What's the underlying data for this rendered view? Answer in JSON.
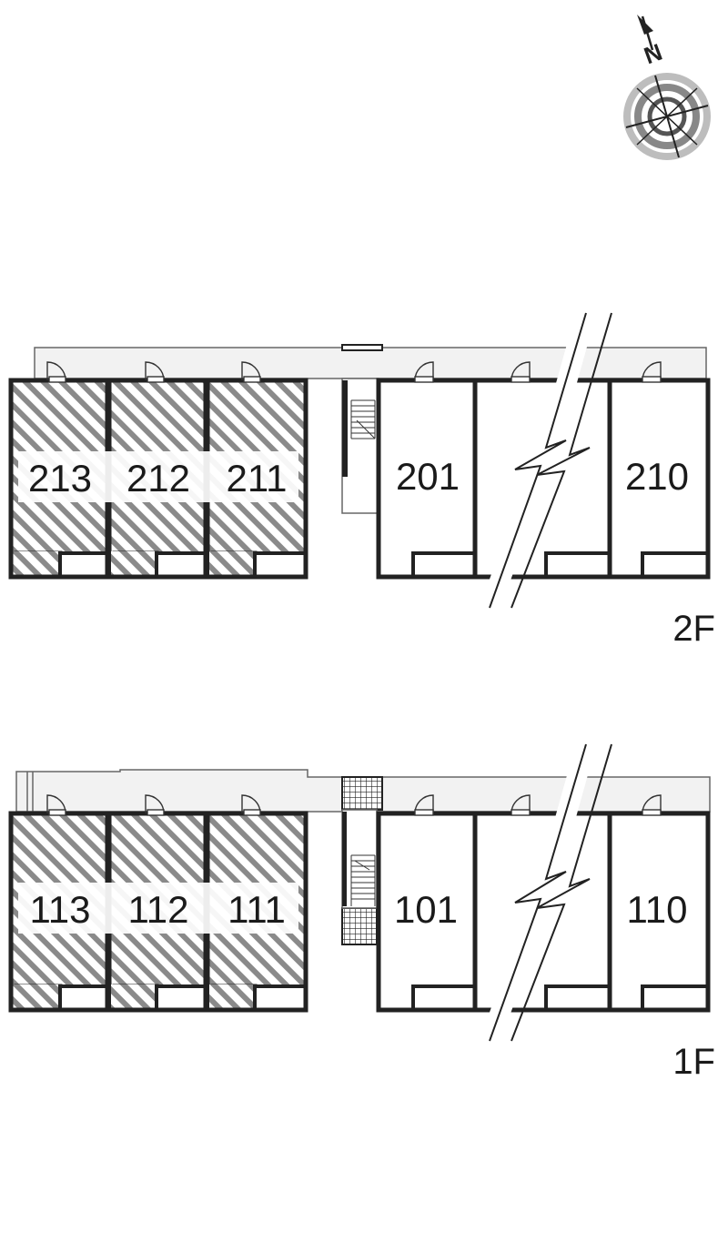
{
  "compass": {
    "north_label": "N",
    "icon": "compass-rose"
  },
  "floors": [
    {
      "floor_label": "2F",
      "west_units": [
        "213",
        "212",
        "211"
      ],
      "east_units": [
        "201",
        "210"
      ],
      "west_units_hatched": true,
      "omitted_units_indicator": "break-line"
    },
    {
      "floor_label": "1F",
      "west_units": [
        "113",
        "112",
        "111"
      ],
      "east_units": [
        "101",
        "110"
      ],
      "west_units_hatched": true,
      "omitted_units_indicator": "break-line"
    }
  ],
  "colors": {
    "wall": "#222222",
    "corridor": "#f2f2f2",
    "corridor_stroke": "#666666",
    "hatch": "#8a8a8a",
    "label_band": "#ffffff"
  }
}
